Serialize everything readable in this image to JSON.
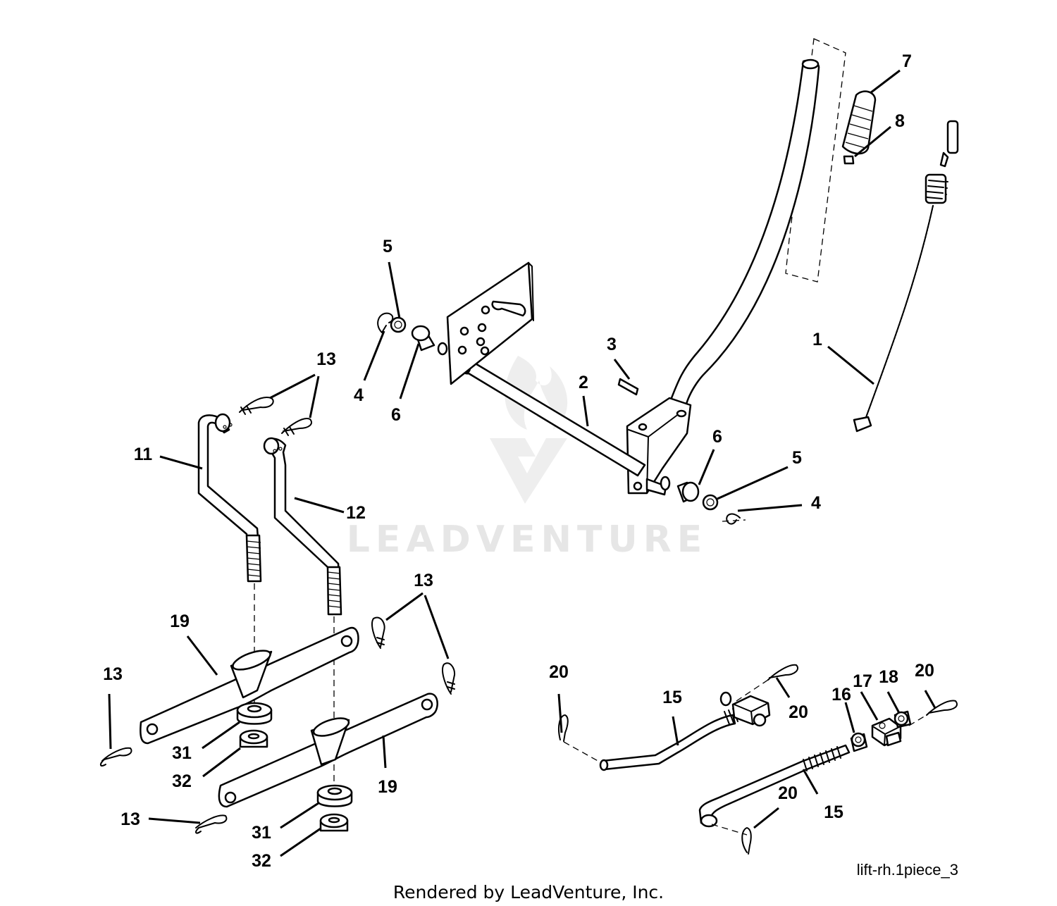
{
  "watermark": {
    "brand": "LEADVENTURE"
  },
  "labels": {
    "n1": "1",
    "n2": "2",
    "n3": "3",
    "n4": "4",
    "n5": "5",
    "n6": "6",
    "n7": "7",
    "n8": "8",
    "n11": "11",
    "n12": "12",
    "n13": "13",
    "n15": "15",
    "n16": "16",
    "n17": "17",
    "n18": "18",
    "n19": "19",
    "n20": "20",
    "n31": "31",
    "n32": "32"
  },
  "footer": {
    "diagram_ref": "lift-rh.1piece_3",
    "credit": "Rendered by LeadVenture, Inc."
  }
}
